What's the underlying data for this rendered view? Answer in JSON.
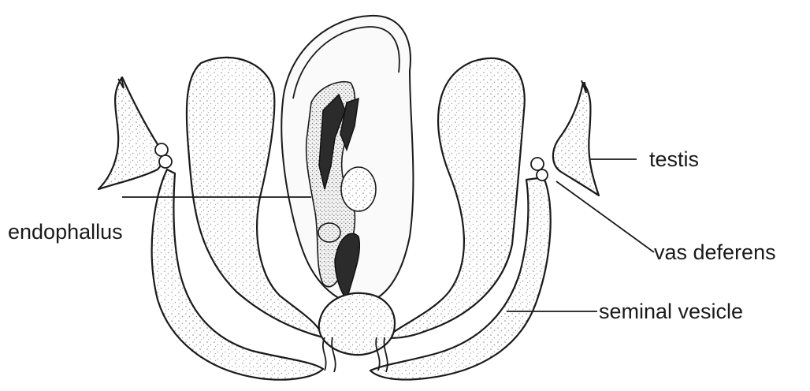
{
  "labels": {
    "testis": "testis",
    "vas_deferens": "vas deferens",
    "seminal_vesicle": "seminal vesicle",
    "endophallus": "endophallus"
  },
  "colors": {
    "ink": "#1a1a1a",
    "paper": "#ffffff",
    "stipple": "#9a9a9a"
  }
}
